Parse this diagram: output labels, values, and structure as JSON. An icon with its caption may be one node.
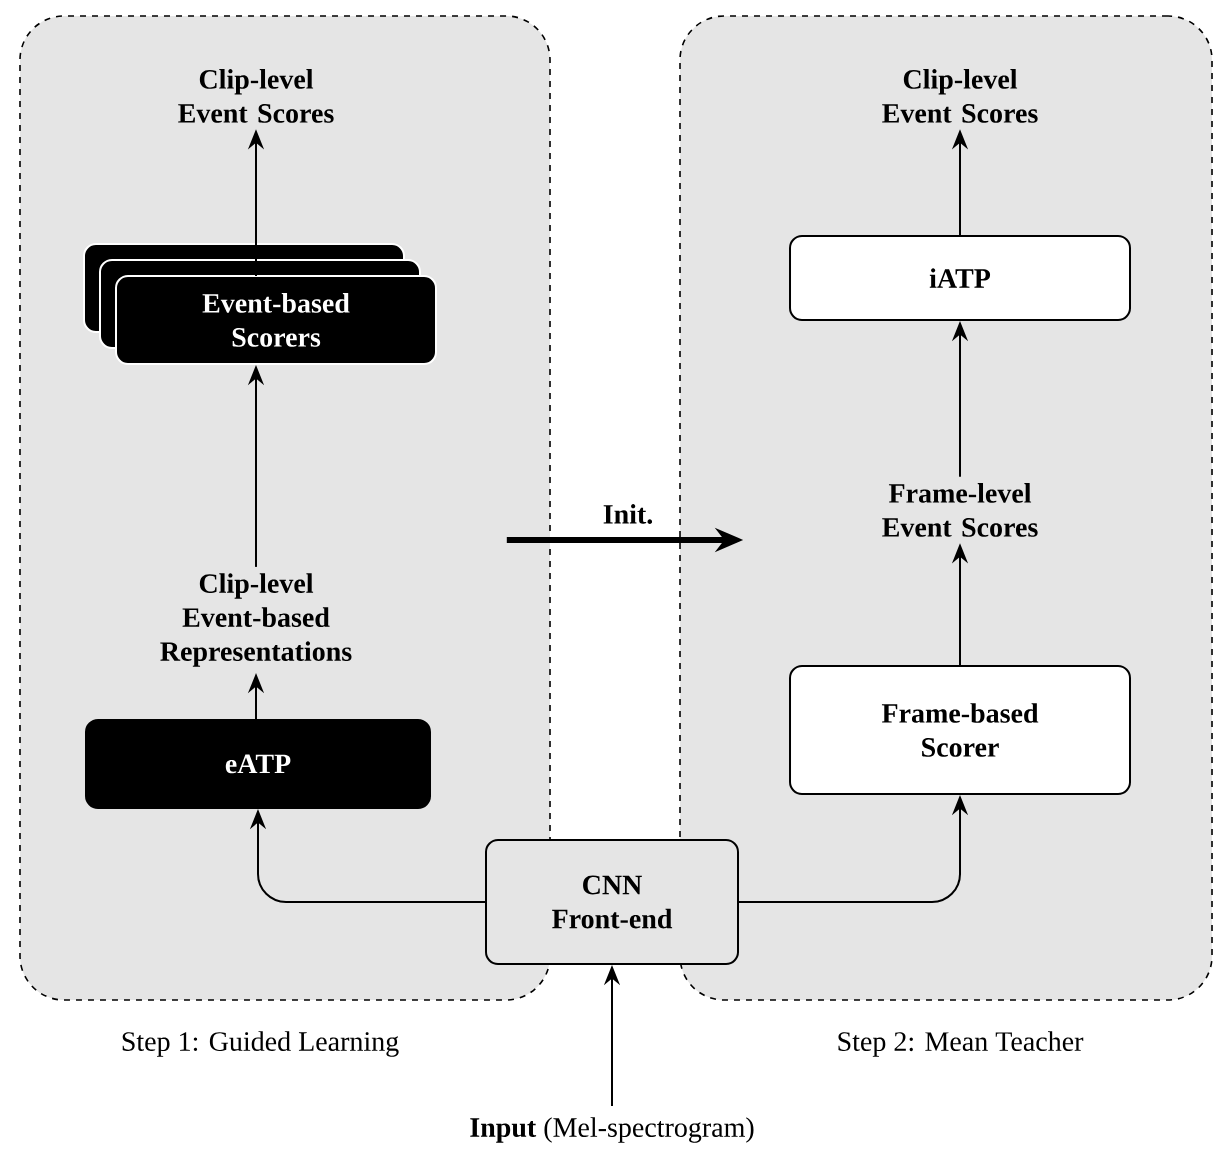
{
  "diagram": {
    "nodes": [
      {
        "text": [
          "Step 1: Guided Learning"
        ]
      },
      {
        "text": [
          "Step 2: Mean Teacher"
        ]
      },
      {
        "text": [
          "Clip-level Event Scores"
        ],
        "in": 0
      },
      {
        "text": [
          "Event-based Scorers"
        ],
        "in": 0
      },
      {
        "text": [
          "Clip-level Event-based Representations"
        ],
        "in": 0
      },
      {
        "text": [
          "eATP"
        ],
        "in": 0
      },
      {
        "text": [
          "Clip-level Event Scores"
        ],
        "in": 1
      },
      {
        "text": [
          "iATP"
        ],
        "in": 1
      },
      {
        "text": [
          "Frame-level Event Scores"
        ],
        "in": 1
      },
      {
        "text": [
          "Frame-based Scorer"
        ],
        "in": 1
      },
      {
        "text": [
          "CNN Front-end"
        ]
      },
      {
        "text": [
          "**Input** (Mel-spectrogram)"
        ]
      }
    ],
    "edges": [
      {
        "from": 11,
        "to": 10,
        "arrow": "to"
      },
      {
        "from": 10,
        "to": 5,
        "arrow": "to"
      },
      {
        "from": 5,
        "to": 4,
        "arrow": "to"
      },
      {
        "from": 4,
        "to": 3,
        "arrow": "to"
      },
      {
        "from": 3,
        "to": 2,
        "arrow": "to"
      },
      {
        "from": 10,
        "to": 9,
        "arrow": "to"
      },
      {
        "from": 9,
        "to": 8,
        "arrow": "to"
      },
      {
        "from": 8,
        "to": 7,
        "arrow": "to"
      },
      {
        "from": 7,
        "to": 6,
        "arrow": "to"
      },
      {
        "from": 0,
        "to": 1,
        "arrow": "to",
        "label": "Init.",
        "style": "thick"
      }
    ]
  }
}
